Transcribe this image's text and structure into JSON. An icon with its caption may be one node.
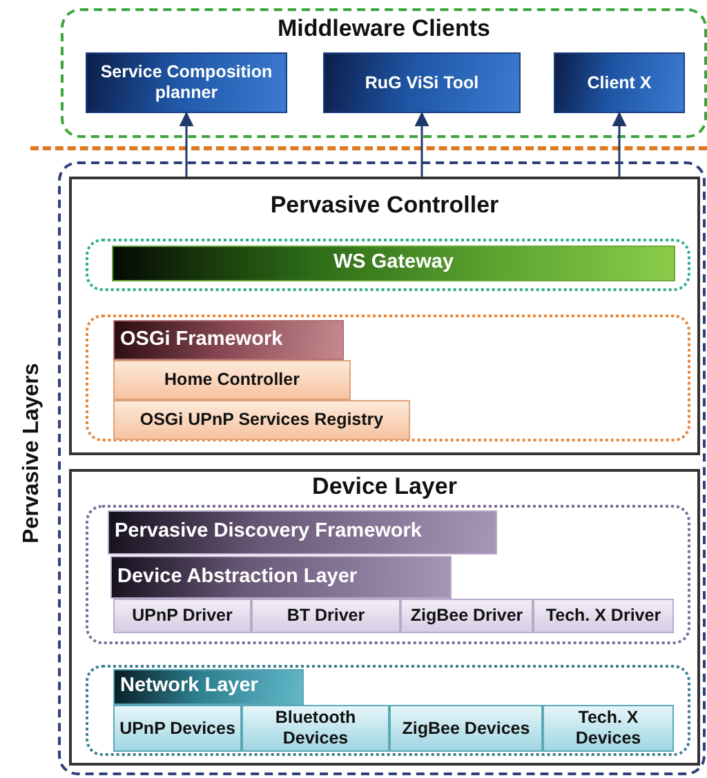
{
  "diagram": {
    "nodes": [
      {
        "text": [
          "Middleware Clients"
        ]
      },
      {
        "text": [
          "Service Composition planner"
        ],
        "in": 0
      },
      {
        "text": [
          "RuG ViSi Tool"
        ],
        "in": 0
      },
      {
        "text": [
          "Client X"
        ],
        "in": 0
      },
      {
        "text": [
          "Pervasive Layers"
        ]
      },
      {
        "text": [
          "Pervasive Controller"
        ],
        "in": 4
      },
      {
        "text": [],
        "shape": "box",
        "in": 5
      },
      {
        "text": [
          "WS Gateway"
        ],
        "in": 6
      },
      {
        "text": [],
        "shape": "box",
        "in": 5
      },
      {
        "text": [
          "OSGi Framework"
        ],
        "in": 8
      },
      {
        "text": [
          "Home Controller"
        ],
        "in": 8
      },
      {
        "text": [
          "OSGi UPnP Services Registry"
        ],
        "in": 8
      },
      {
        "text": [
          "Device Layer"
        ],
        "in": 4
      },
      {
        "text": [],
        "shape": "box",
        "in": 12
      },
      {
        "text": [
          "Pervasive Discovery Framework"
        ],
        "in": 13
      },
      {
        "text": [
          "Device Abstraction Layer"
        ],
        "in": 13
      },
      {
        "text": [
          "UPnP Driver"
        ],
        "in": 13
      },
      {
        "text": [
          "BT Driver"
        ],
        "in": 13
      },
      {
        "text": [
          "ZigBee Driver"
        ],
        "in": 13
      },
      {
        "text": [
          "Tech. X Driver"
        ],
        "in": 13
      },
      {
        "text": [],
        "shape": "box",
        "in": 12
      },
      {
        "text": [
          "Network Layer"
        ],
        "in": 20
      },
      {
        "text": [
          "UPnP Devices"
        ],
        "in": 20
      },
      {
        "text": [
          "Bluetooth Devices"
        ],
        "in": 20
      },
      {
        "text": [
          "ZigBee Devices"
        ],
        "in": 20
      },
      {
        "text": [
          "Tech. X Devices"
        ],
        "in": 20
      }
    ],
    "edges": [
      {
        "from": 5,
        "to": 1,
        "arrow": "to"
      },
      {
        "from": 5,
        "to": 2,
        "arrow": "to"
      },
      {
        "from": 5,
        "to": 3,
        "arrow": "to"
      }
    ]
  }
}
